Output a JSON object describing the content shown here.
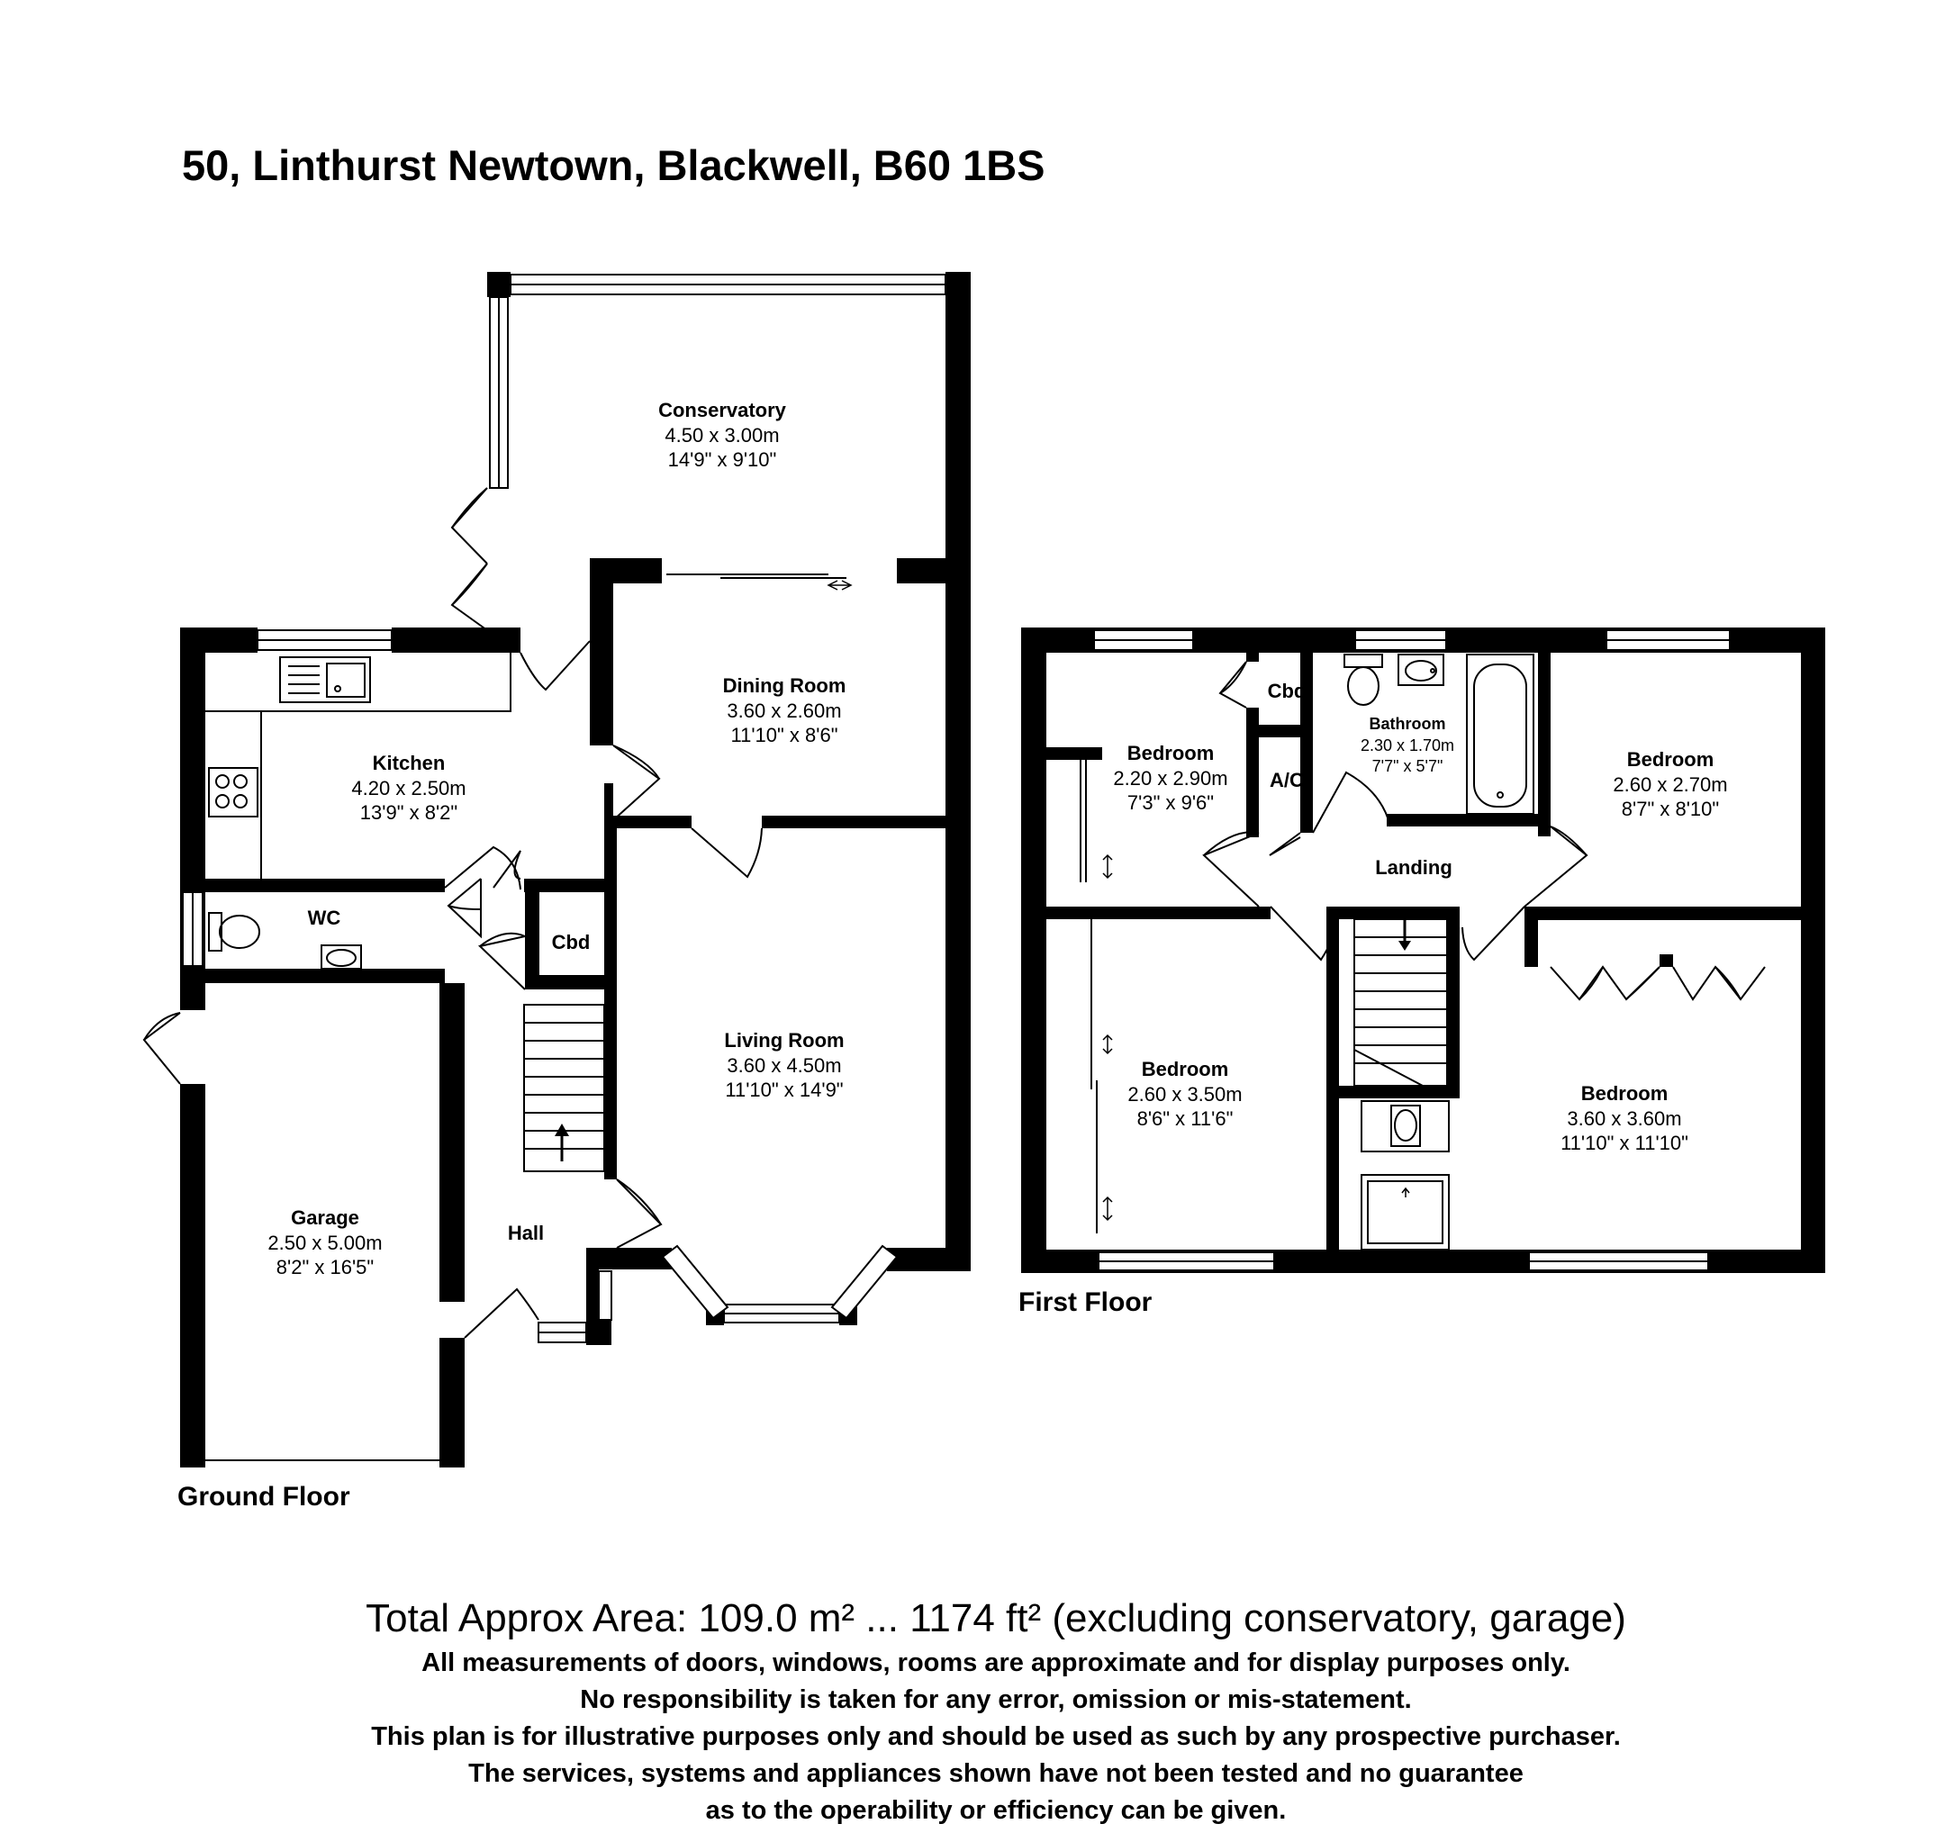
{
  "title": "50, Linthurst Newtown, Blackwell, B60 1BS",
  "ground_floor": {
    "label": "Ground Floor",
    "rooms": {
      "conservatory": {
        "name": "Conservatory",
        "metric": "4.50 x 3.00m",
        "imperial": "14'9\" x 9'10\""
      },
      "dining": {
        "name": "Dining Room",
        "metric": "3.60 x 2.60m",
        "imperial": "11'10\" x 8'6\""
      },
      "kitchen": {
        "name": "Kitchen",
        "metric": "4.20 x 2.50m",
        "imperial": "13'9\" x 8'2\""
      },
      "living": {
        "name": "Living Room",
        "metric": "3.60 x 4.50m",
        "imperial": "11'10\" x 14'9\""
      },
      "garage": {
        "name": "Garage",
        "metric": "2.50 x 5.00m",
        "imperial": "8'2\" x 16'5\""
      },
      "wc": {
        "name": "WC"
      },
      "cbd": {
        "name": "Cbd"
      },
      "hall": {
        "name": "Hall"
      }
    }
  },
  "first_floor": {
    "label": "First Floor",
    "rooms": {
      "bed_small": {
        "name": "Bedroom",
        "metric": "2.20 x 2.90m",
        "imperial": "7'3\" x 9'6\""
      },
      "bathroom": {
        "name": "Bathroom",
        "metric": "2.30 x 1.70m",
        "imperial": "7'7\" x 5'7\""
      },
      "bed_front_right": {
        "name": "Bedroom",
        "metric": "2.60 x 2.70m",
        "imperial": "8'7\" x 8'10\""
      },
      "bed_rear_left": {
        "name": "Bedroom",
        "metric": "2.60 x 3.50m",
        "imperial": "8'6\" x 11'6\""
      },
      "bed_master": {
        "name": "Bedroom",
        "metric": "3.60 x 3.60m",
        "imperial": "11'10\" x 11'10\""
      },
      "cbd": {
        "name": "Cbd"
      },
      "ac": {
        "name": "A/C"
      },
      "landing": {
        "name": "Landing"
      }
    }
  },
  "total_area": "Total Approx Area: 109.0 m² ... 1174 ft² (excluding conservatory, garage)",
  "disclaimer": [
    "All measurements of doors, windows, rooms are approximate and for display purposes only.",
    "No responsibility is taken for any error, omission or mis-statement.",
    "This plan is for illustrative purposes only and should be used as such by any prospective purchaser.",
    "The services, systems and appliances shown have not been tested and no guarantee",
    "as to the operability or efficiency can be given."
  ]
}
